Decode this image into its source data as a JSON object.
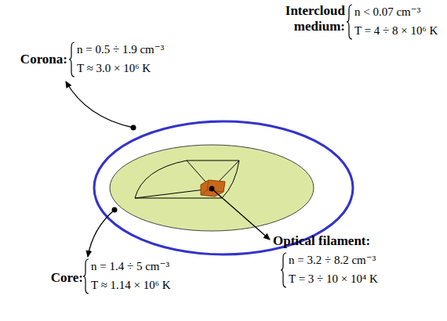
{
  "diagram": {
    "labels": [
      "Intercloud medium:",
      "n < 0.07 cm⁻³",
      "T = 4 ÷ 8 × 10⁶ K",
      "Corona:",
      "n = 0.5 ÷ 1.9 cm⁻³",
      "T ≈ 3.0 × 10⁶ K",
      "Core:",
      "n = 1.4 ÷ 5 cm⁻³",
      "T ≈ 1.14 × 10⁶ K",
      "Optical filament:",
      "n = 3.2 ÷ 8.2 cm⁻³",
      "T = 3 ÷ 10 × 10⁴ K"
    ]
  }
}
